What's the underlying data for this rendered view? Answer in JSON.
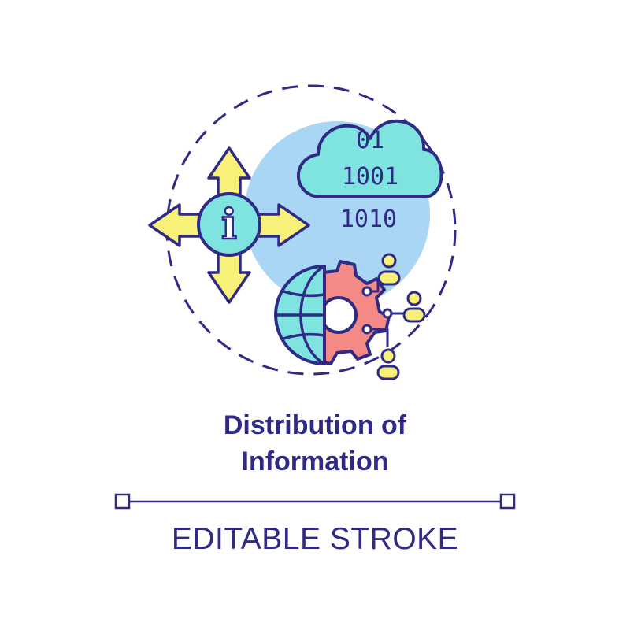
{
  "icon": {
    "info_glyph": "i",
    "binary_lines": [
      "01",
      "1001",
      "1010"
    ],
    "colors": {
      "outline": "#2e2a86",
      "blue_disc": "#a9d6f5",
      "cloud_fill": "#7fe3e0",
      "arrow_fill": "#f7f17a",
      "gear_fill": "#f48a85",
      "globe_fill": "#7fe3e0",
      "node_fill": "#f7f17a"
    }
  },
  "title_lines": [
    "Distribution of",
    "Information"
  ],
  "caption": "EDITABLE STROKE"
}
